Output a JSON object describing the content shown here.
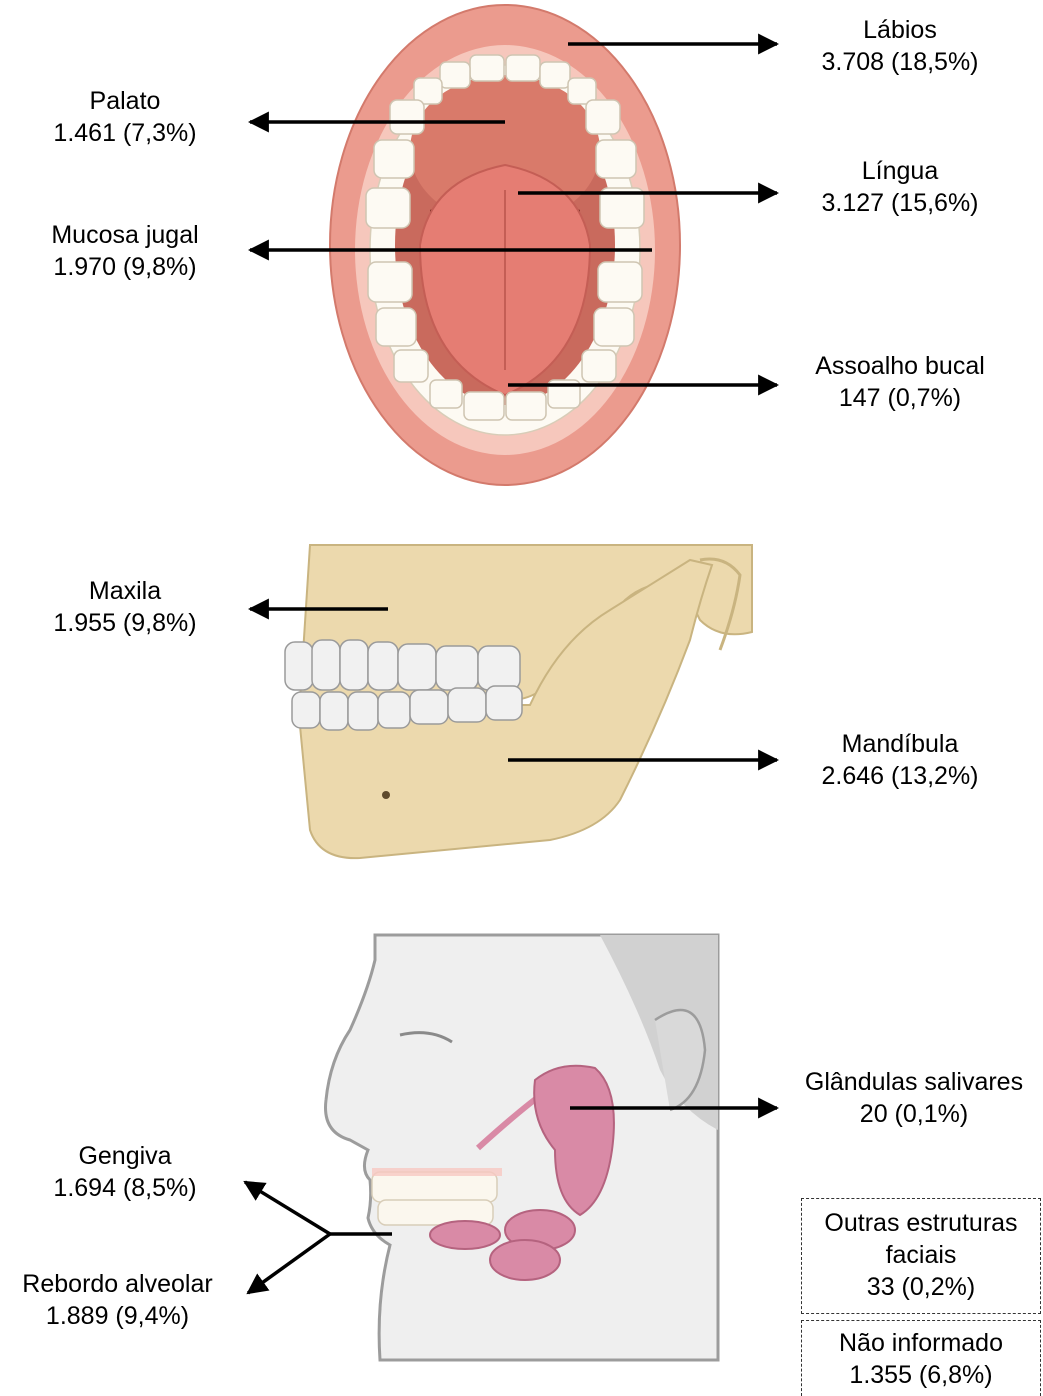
{
  "labels": {
    "labios": {
      "name": "Lábios",
      "value": "3.708 (18,5%)"
    },
    "palato": {
      "name": "Palato",
      "value": "1.461 (7,3%)"
    },
    "lingua": {
      "name": "Língua",
      "value": "3.127 (15,6%)"
    },
    "mucosa": {
      "name": "Mucosa jugal",
      "value": "1.970 (9,8%)"
    },
    "assoalho": {
      "name": "Assoalho bucal",
      "value": "147 (0,7%)"
    },
    "maxila": {
      "name": "Maxila",
      "value": "1.955 (9,8%)"
    },
    "mandibula": {
      "name": "Mandíbula",
      "value": "2.646 (13,2%)"
    },
    "glandulas": {
      "name": "Glândulas salivares",
      "value": "20 (0,1%)"
    },
    "gengiva": {
      "name": "Gengiva",
      "value": "1.694 (8,5%)"
    },
    "rebordo": {
      "name": "Rebordo alveolar",
      "value": "1.889 (9,4%)"
    },
    "outras": {
      "name_line1": "Outras estruturas",
      "name_line2": "faciais",
      "value": "33 (0,2%)"
    },
    "nao_informado": {
      "name": "Não informado",
      "value": "1.355 (6,8%)"
    }
  },
  "colors": {
    "lip": "#eb9b8e",
    "mouth_inner": "#c96a5d",
    "tongue": "#e57d73",
    "teeth": "#fdfaf3",
    "bone": "#ecd9ad",
    "skin": "#efefef",
    "gland": "#d98aa6"
  }
}
